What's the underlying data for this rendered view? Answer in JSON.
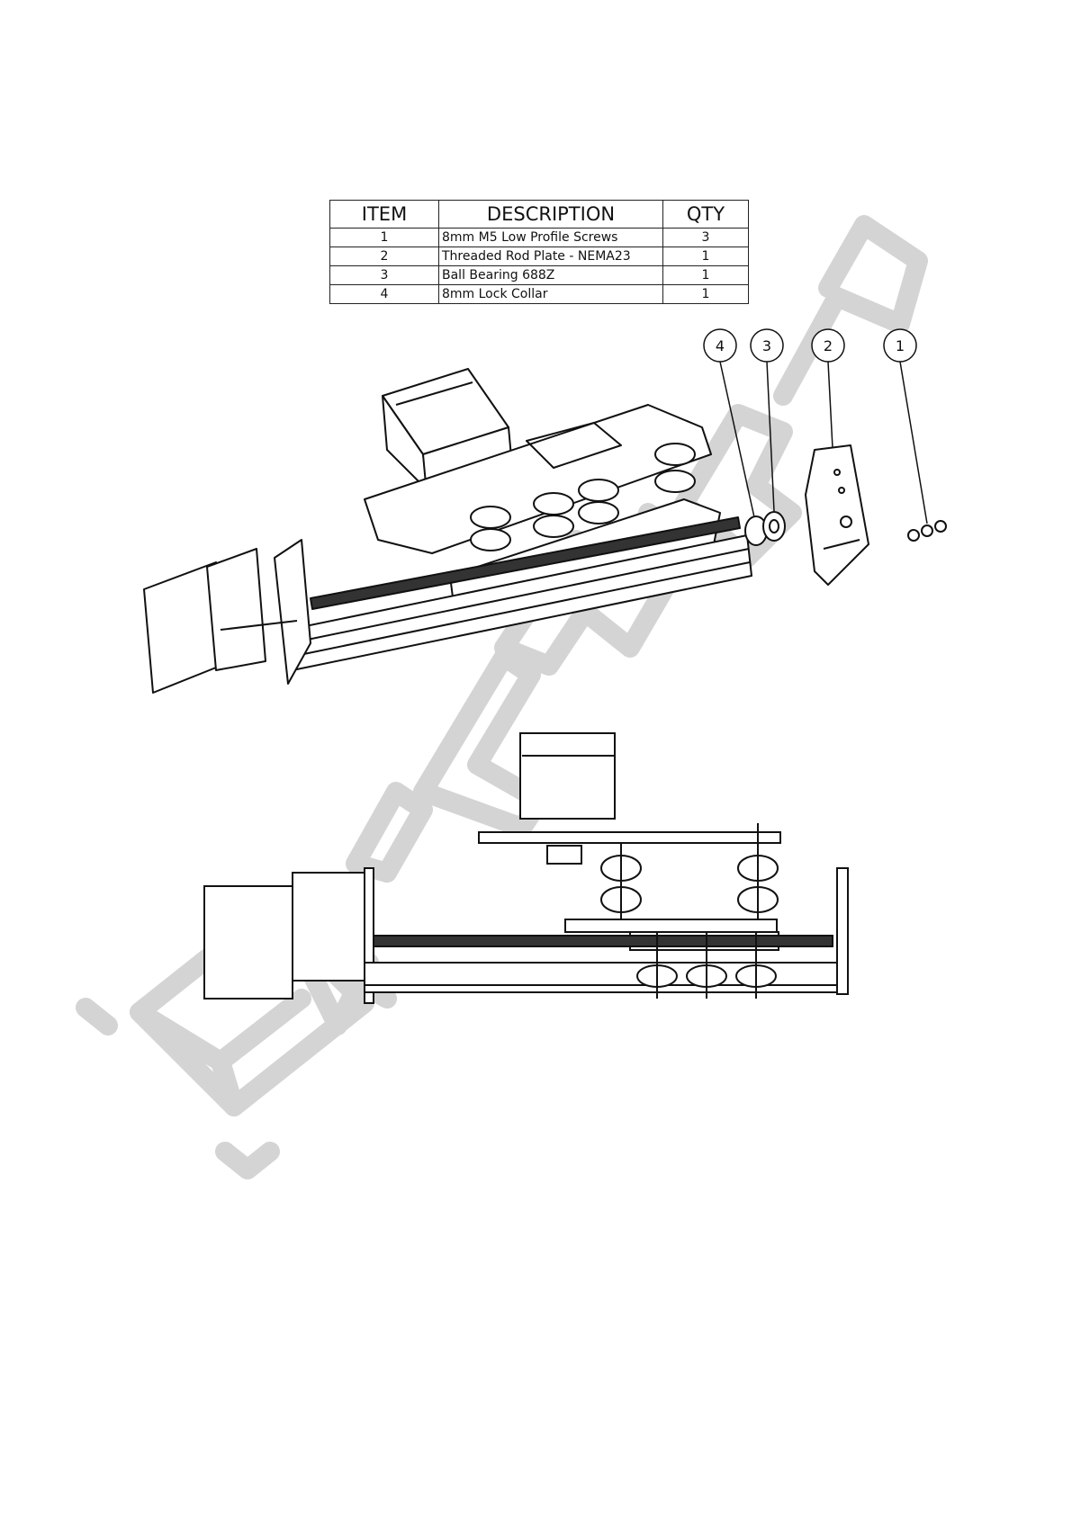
{
  "bom": {
    "headers": {
      "item": "ITEM",
      "description": "DESCRIPTION",
      "qty": "QTY"
    },
    "rows": [
      {
        "item": "1",
        "description": "8mm M5 Low Profile Screws",
        "qty": "3"
      },
      {
        "item": "2",
        "description": "Threaded Rod Plate - NEMA23",
        "qty": "1"
      },
      {
        "item": "3",
        "description": "Ball Bearing 688Z",
        "qty": "1"
      },
      {
        "item": "4",
        "description": "8mm Lock Collar",
        "qty": "1"
      }
    ]
  },
  "balloons": [
    "4",
    "3",
    "2",
    "1"
  ],
  "watermark": {
    "text": "BULK MAN 3D",
    "color": "#d0d0d0"
  },
  "colors": {
    "line": "#111111",
    "rod": "#333333"
  }
}
